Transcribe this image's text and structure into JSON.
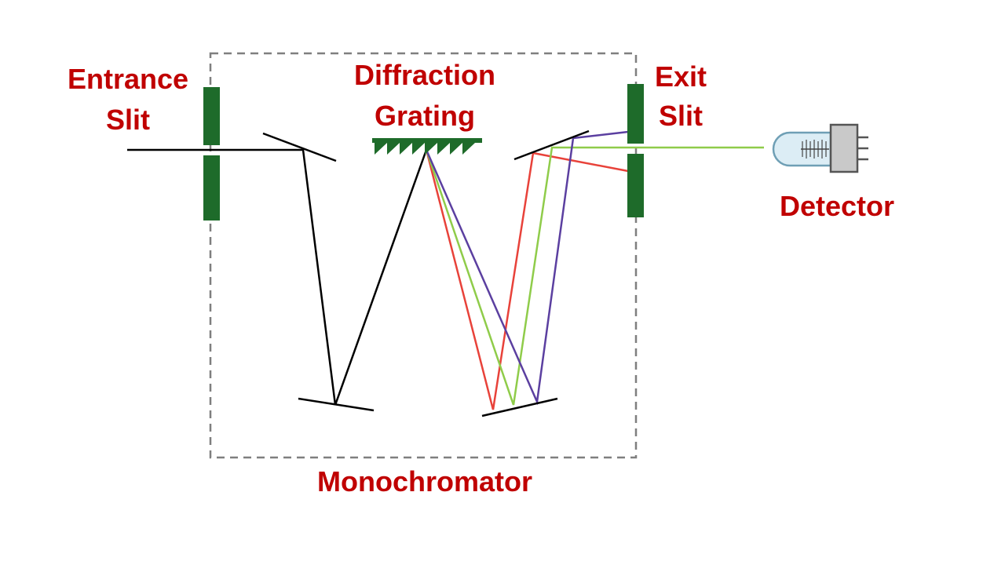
{
  "labels": {
    "entrance_line1": "Entrance",
    "entrance_line2": "Slit",
    "grating_line1": "Diffraction",
    "grating_line2": "Grating",
    "exit_line1": "Exit",
    "exit_line2": "Slit",
    "detector": "Detector",
    "monochromator": "Monochromator"
  },
  "colors": {
    "label_text": "#c00000",
    "slit": "#1e6b2a",
    "grating": "#1e6b2a",
    "box_border": "#7f7f7f",
    "beam_white": "#000000",
    "beam_red": "#e8423a",
    "beam_green": "#8fcc4a",
    "beam_violet": "#5b3fa0",
    "detector_glass": "#dcedf5",
    "detector_glass_stroke": "#6f9fb5",
    "detector_base": "#c9c9c9"
  },
  "icons": {
    "detector": "photomultiplier-tube-icon"
  }
}
